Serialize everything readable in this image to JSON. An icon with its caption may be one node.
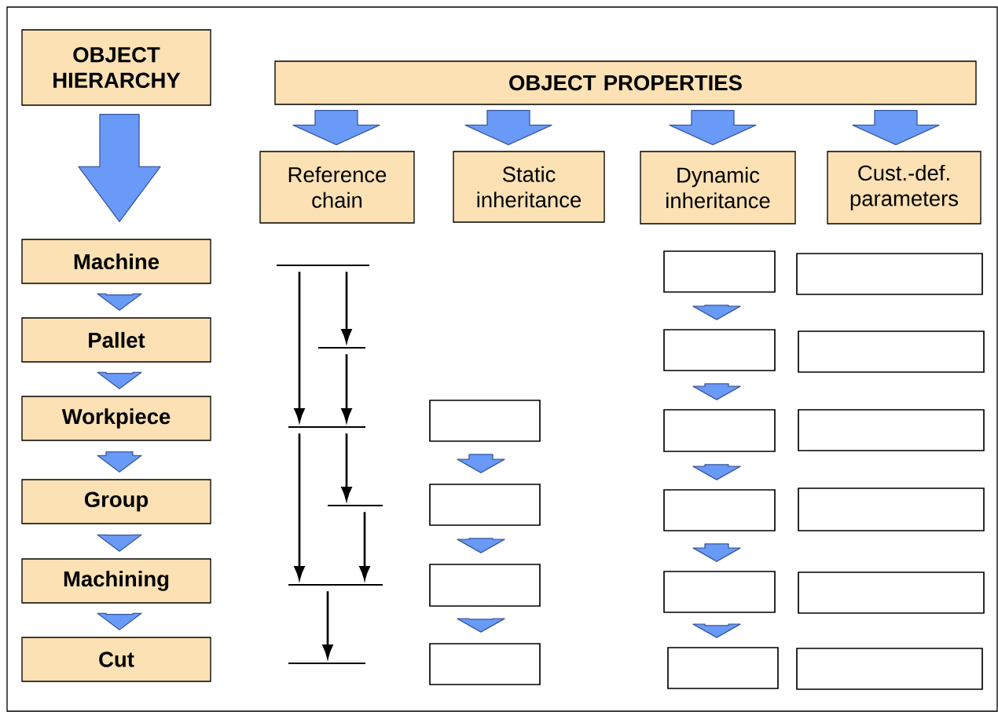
{
  "diagram": {
    "nodes": [
      {
        "text": [
          "OBJECT HIERARCHY"
        ]
      },
      {
        "text": [
          "OBJECT PROPERTIES"
        ]
      },
      {
        "text": [
          "Reference chain"
        ]
      },
      {
        "text": [
          "Static inheritance"
        ]
      },
      {
        "text": [
          "Dynamic inheritance"
        ]
      },
      {
        "text": [
          "Cust.-def. parameters"
        ]
      },
      {
        "text": [
          "Machine"
        ]
      },
      {
        "text": [
          "Pallet"
        ]
      },
      {
        "text": [
          "Workpiece"
        ]
      },
      {
        "text": [
          "Group"
        ]
      },
      {
        "text": [
          "Machining"
        ]
      },
      {
        "text": [
          "Cut"
        ]
      },
      {
        "text": [],
        "shape": "bar"
      },
      {
        "text": [],
        "shape": "bar"
      },
      {
        "text": [],
        "shape": "bar"
      },
      {
        "text": [],
        "shape": "bar"
      },
      {
        "text": [],
        "shape": "bar"
      },
      {
        "text": [],
        "shape": "bar"
      },
      {
        "text": [],
        "shape": "box"
      },
      {
        "text": [],
        "shape": "box"
      },
      {
        "text": [],
        "shape": "box"
      },
      {
        "text": [],
        "shape": "box"
      },
      {
        "text": [],
        "shape": "box"
      },
      {
        "text": [],
        "shape": "box"
      },
      {
        "text": [],
        "shape": "box"
      },
      {
        "text": [],
        "shape": "box"
      },
      {
        "text": [],
        "shape": "box"
      },
      {
        "text": [],
        "shape": "box"
      },
      {
        "text": [],
        "shape": "box"
      },
      {
        "text": [],
        "shape": "box"
      },
      {
        "text": [],
        "shape": "box"
      },
      {
        "text": [],
        "shape": "box"
      },
      {
        "text": [],
        "shape": "box"
      },
      {
        "text": [],
        "shape": "box"
      }
    ],
    "edges": [
      {
        "from": 0,
        "to": 6,
        "arrow": "to"
      },
      {
        "from": 6,
        "to": 7,
        "arrow": "to"
      },
      {
        "from": 7,
        "to": 8,
        "arrow": "to"
      },
      {
        "from": 8,
        "to": 9,
        "arrow": "to"
      },
      {
        "from": 9,
        "to": 10,
        "arrow": "to"
      },
      {
        "from": 10,
        "to": 11,
        "arrow": "to"
      },
      {
        "from": 1,
        "to": 2,
        "arrow": "to"
      },
      {
        "from": 1,
        "to": 3,
        "arrow": "to"
      },
      {
        "from": 1,
        "to": 4,
        "arrow": "to"
      },
      {
        "from": 1,
        "to": 5,
        "arrow": "to"
      },
      {
        "from": 12,
        "to": 14,
        "arrow": "to",
        "color": "#000000"
      },
      {
        "from": 12,
        "to": 13,
        "arrow": "to",
        "color": "#000000"
      },
      {
        "from": 13,
        "to": 14,
        "arrow": "to",
        "color": "#000000"
      },
      {
        "from": 14,
        "to": 15,
        "arrow": "to",
        "color": "#000000"
      },
      {
        "from": 14,
        "to": 16,
        "arrow": "to",
        "color": "#000000"
      },
      {
        "from": 15,
        "to": 16,
        "arrow": "to",
        "color": "#000000"
      },
      {
        "from": 16,
        "to": 17,
        "arrow": "to",
        "color": "#000000"
      },
      {
        "from": 18,
        "to": 19,
        "arrow": "to"
      },
      {
        "from": 19,
        "to": 20,
        "arrow": "to"
      },
      {
        "from": 20,
        "to": 21,
        "arrow": "to"
      },
      {
        "from": 22,
        "to": 23,
        "arrow": "to"
      },
      {
        "from": 23,
        "to": 24,
        "arrow": "to"
      },
      {
        "from": 24,
        "to": 25,
        "arrow": "to"
      },
      {
        "from": 25,
        "to": 26,
        "arrow": "to"
      },
      {
        "from": 26,
        "to": 27,
        "arrow": "to"
      }
    ]
  }
}
